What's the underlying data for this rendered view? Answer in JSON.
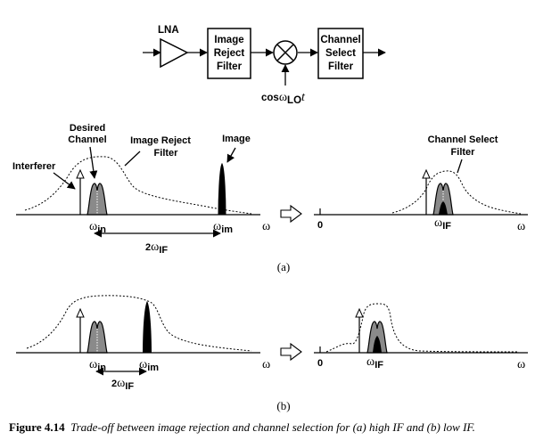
{
  "block_diagram": {
    "lna": "LNA",
    "image_reject_filter": [
      "Image",
      "Reject",
      "Filter"
    ],
    "channel_select_filter": [
      "Channel",
      "Select",
      "Filter"
    ],
    "lo_label_cos": "cos",
    "lo_label_omega": "ω",
    "lo_label_sub": "LO",
    "lo_label_t": "t"
  },
  "panel_a": {
    "desired_channel": [
      "Desired",
      "Channel"
    ],
    "image_reject_filter": [
      "Image Reject",
      "Filter"
    ],
    "image": "Image",
    "interferer": "Interferer",
    "omega": "ω",
    "omega_in_sub": "in",
    "omega_im_sub": "im",
    "two_omega_if_prefix": "2",
    "two_omega_if_sub": "IF",
    "omega_axis": "ω",
    "channel_select_filter": [
      "Channel Select",
      "Filter"
    ],
    "zero": "0",
    "omega_if_sub": "IF",
    "tag": "(a)"
  },
  "panel_b": {
    "omega": "ω",
    "omega_in_sub": "in",
    "omega_im_sub": "im",
    "two_omega_if_prefix": "2",
    "two_omega_if_sub": "IF",
    "omega_axis": "ω",
    "zero": "0",
    "omega_if_sub": "IF",
    "tag": "(b)"
  },
  "caption": {
    "number": "Figure 4.14",
    "text": "Trade-off between image rejection and channel selection for (a) high IF and (b) low IF."
  }
}
